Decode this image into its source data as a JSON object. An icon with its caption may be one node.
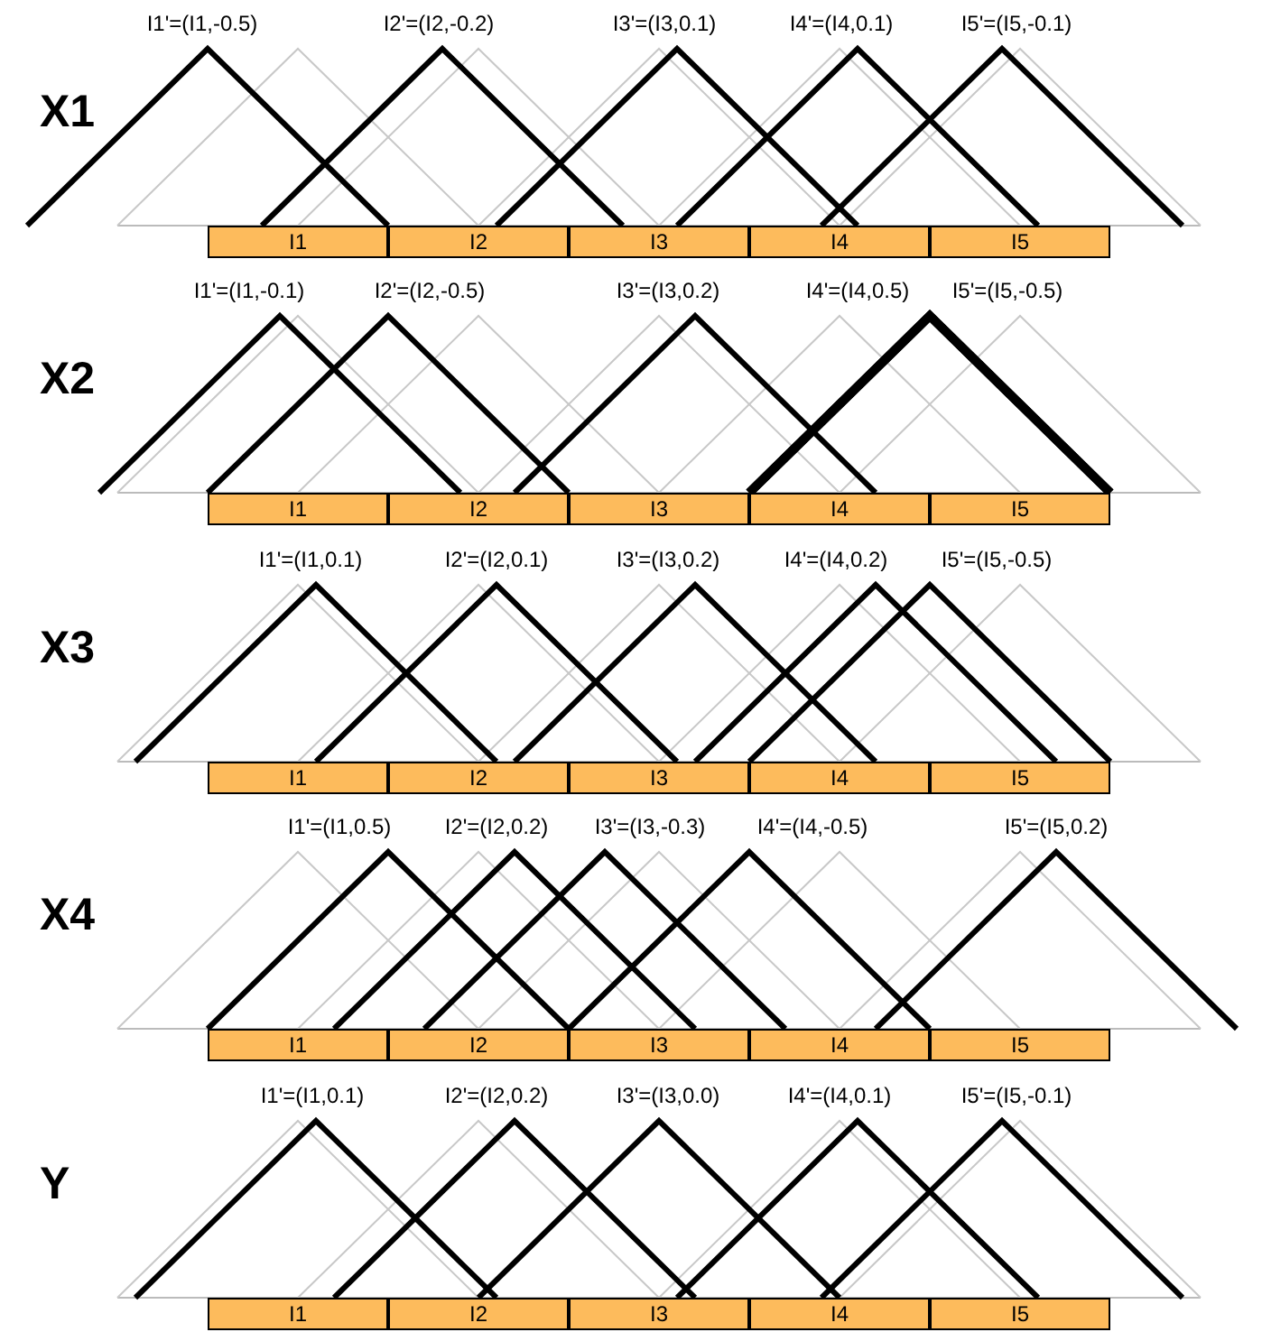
{
  "diagram": {
    "nodes": [
      {
        "text": [
          "I1"
        ]
      },
      {
        "text": [
          "I2"
        ]
      },
      {
        "text": [
          "I3"
        ]
      },
      {
        "text": [
          "I4"
        ]
      },
      {
        "text": [
          "I5"
        ]
      },
      {
        "text": [
          "I1"
        ]
      },
      {
        "text": [
          "I2"
        ]
      },
      {
        "text": [
          "I3"
        ]
      },
      {
        "text": [
          "I4"
        ]
      },
      {
        "text": [
          "I5"
        ]
      },
      {
        "text": [
          "I1"
        ]
      },
      {
        "text": [
          "I2"
        ]
      },
      {
        "text": [
          "I3"
        ]
      },
      {
        "text": [
          "I4"
        ]
      },
      {
        "text": [
          "I5"
        ]
      },
      {
        "text": [
          "I1"
        ]
      },
      {
        "text": [
          "I2"
        ]
      },
      {
        "text": [
          "I3"
        ]
      },
      {
        "text": [
          "I4"
        ]
      },
      {
        "text": [
          "I5"
        ]
      },
      {
        "text": [
          "I1"
        ]
      },
      {
        "text": [
          "I2"
        ]
      },
      {
        "text": [
          "I3"
        ]
      },
      {
        "text": [
          "I4"
        ]
      },
      {
        "text": [
          "I5"
        ]
      }
    ],
    "labels": [
      "I1'=(I1,-0.5)",
      "I2'=(I2,-0.2)",
      "I3'=(I3,0.1)",
      "I4'=(I4,0.1)",
      "I5'=(I5,-0.1)",
      "X1",
      "I1'=(I1,-0.1)",
      "I2'=(I2,-0.5)",
      "I3'=(I3,0.2)",
      "I4'=(I4,0.5)",
      "I5'=(I5,-0.5)",
      "X2",
      "I1'=(I1,0.1)",
      "I2'=(I2,0.1)",
      "I3'=(I3,0.2)",
      "I4'=(I4,0.2)",
      "I5'=(I5,-0.5)",
      "X3",
      "I1'=(I1,0.5)",
      "I2'=(I2,0.2)",
      "I3'=(I3,-0.3)",
      "I4'=(I4,-0.5)",
      "I5'=(I5,0.2)",
      "X4",
      "I1'=(I1,0.1)",
      "I2'=(I2,0.2)",
      "I3'=(I3,0.0)",
      "I4'=(I4,0.1)",
      "I5'=(I5,-0.1)",
      "Y"
    ]
  }
}
